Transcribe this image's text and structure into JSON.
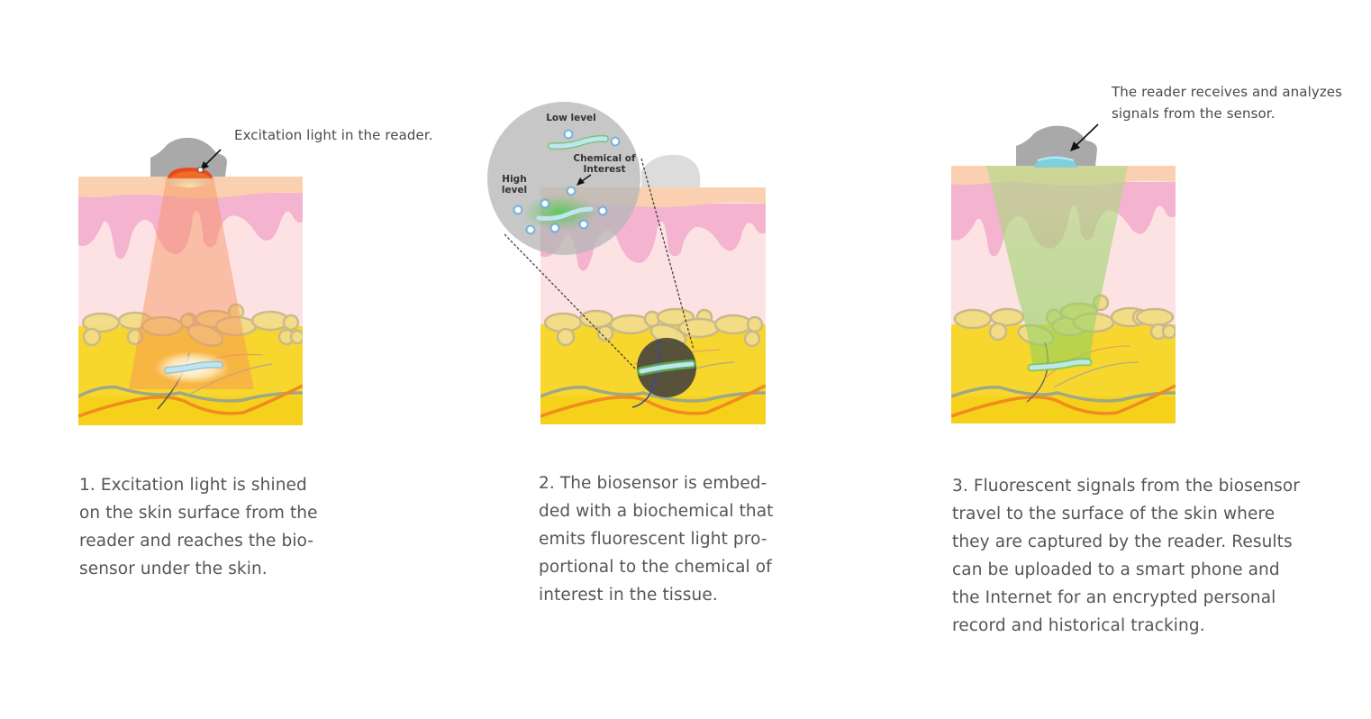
{
  "panels": [
    {
      "step": 1,
      "callout": "Excitation light in the reader.",
      "caption_lines": [
        "1. Excitation light is shined",
        "on the skin surface from the",
        "reader and reaches the bio-",
        "sensor under the skin."
      ],
      "light_color": "#f0823c"
    },
    {
      "step": 2,
      "inset_labels": {
        "low": "Low level",
        "high": "High level",
        "chemical": "Chemical of Interest"
      },
      "caption_lines": [
        "2. The biosensor is embed-",
        "ded with a biochemical that",
        "emits fluorescent light pro-",
        "portional to the chemical of",
        "interest in the tissue."
      ],
      "glow_color": "#5cc95a"
    },
    {
      "step": 3,
      "callout_lines": [
        "The reader receives and analyzes",
        "signals from the sensor."
      ],
      "caption_lines": [
        "3. Fluorescent signals from the biosensor",
        "travel to the surface of the skin where",
        "they are captured by the reader. Results",
        "can be uploaded to a smart phone and",
        "the Internet for an encrypted personal",
        "record and historical tracking."
      ],
      "signal_color": "#a8d87a"
    }
  ],
  "colors": {
    "epidermis": "#fbd0b0",
    "dermis_pink": "#f4b3cf",
    "dermis_light": "#fde2e4",
    "fat": "#f5d23c",
    "fat_cells": "#f3dc86",
    "reader_gray": "#a9a9a9",
    "sensor_blue": "#aee4ee"
  }
}
